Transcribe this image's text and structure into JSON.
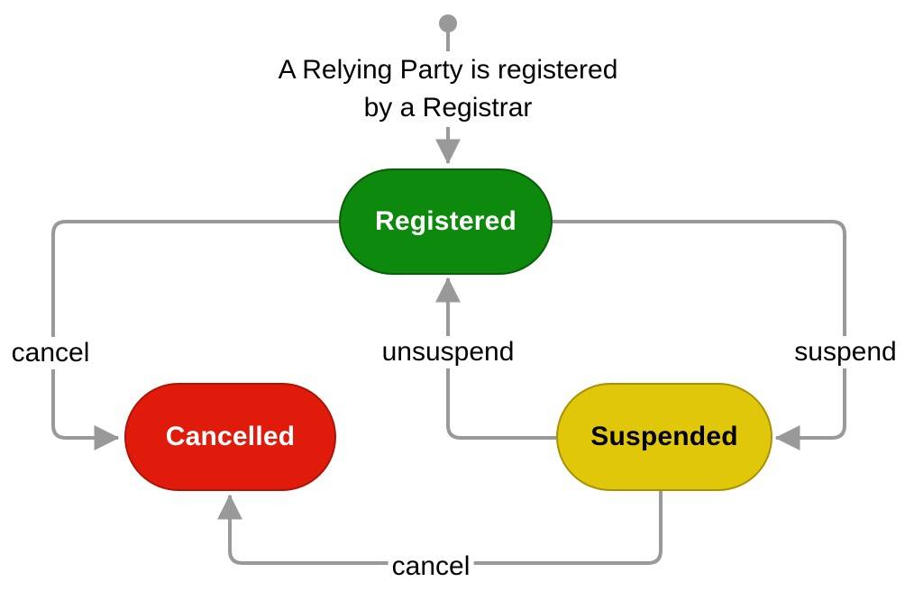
{
  "diagram": {
    "type": "state-machine",
    "background": "#ffffff",
    "connector_color": "#999999",
    "start_marker": {
      "icon": "initial-state-dot",
      "color": "#999999"
    },
    "start_note": {
      "line1": "A Relying Party is registered",
      "line2": "by a Registrar"
    },
    "states": {
      "registered": {
        "label": "Registered",
        "fill": "#0d8a0d",
        "border": "#076007",
        "text_color": "#ffffff"
      },
      "cancelled": {
        "label": "Cancelled",
        "fill": "#e11b0c",
        "border": "#b01304",
        "text_color": "#ffffff"
      },
      "suspended": {
        "label": "Suspended",
        "fill": "#e0c70a",
        "border": "#a79104",
        "text_color": "#000000"
      }
    },
    "transitions": {
      "start_to_registered": {
        "label": ""
      },
      "registered_to_cancelled": {
        "label": "cancel"
      },
      "registered_to_suspended": {
        "label": "suspend"
      },
      "suspended_to_registered": {
        "label": "unsuspend"
      },
      "suspended_to_cancelled": {
        "label": "cancel"
      }
    }
  }
}
